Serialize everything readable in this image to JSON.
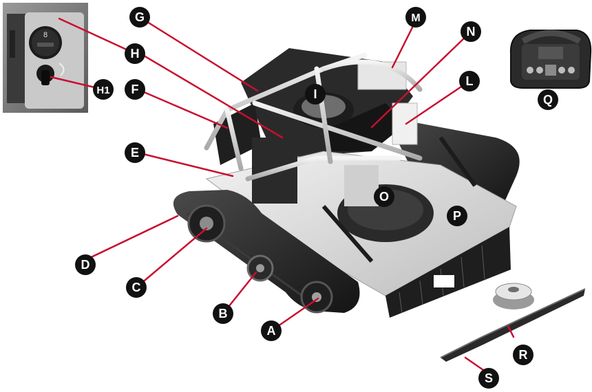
{
  "diagram": {
    "labels": [
      {
        "id": "A",
        "text": "A"
      },
      {
        "id": "B",
        "text": "B"
      },
      {
        "id": "C",
        "text": "C"
      },
      {
        "id": "D",
        "text": "D"
      },
      {
        "id": "E",
        "text": "E"
      },
      {
        "id": "F",
        "text": "F"
      },
      {
        "id": "G",
        "text": "G"
      },
      {
        "id": "H",
        "text": "H"
      },
      {
        "id": "H1",
        "text": "H1"
      },
      {
        "id": "I",
        "text": "I"
      },
      {
        "id": "L",
        "text": "L"
      },
      {
        "id": "M",
        "text": "M"
      },
      {
        "id": "N",
        "text": "N"
      },
      {
        "id": "O",
        "text": "O"
      },
      {
        "id": "P",
        "text": "P"
      },
      {
        "id": "Q",
        "text": "Q"
      },
      {
        "id": "R",
        "text": "R"
      },
      {
        "id": "S",
        "text": "S"
      }
    ],
    "colors": {
      "leader_line": "#c8102e",
      "marker_fill": "#111111",
      "marker_text": "#ffffff",
      "track": "#1a1a1a",
      "body_dark": "#2b2b2b",
      "chassis": "#e6e6e6",
      "frame": "#cfcfcf"
    },
    "inset_display": "8"
  }
}
